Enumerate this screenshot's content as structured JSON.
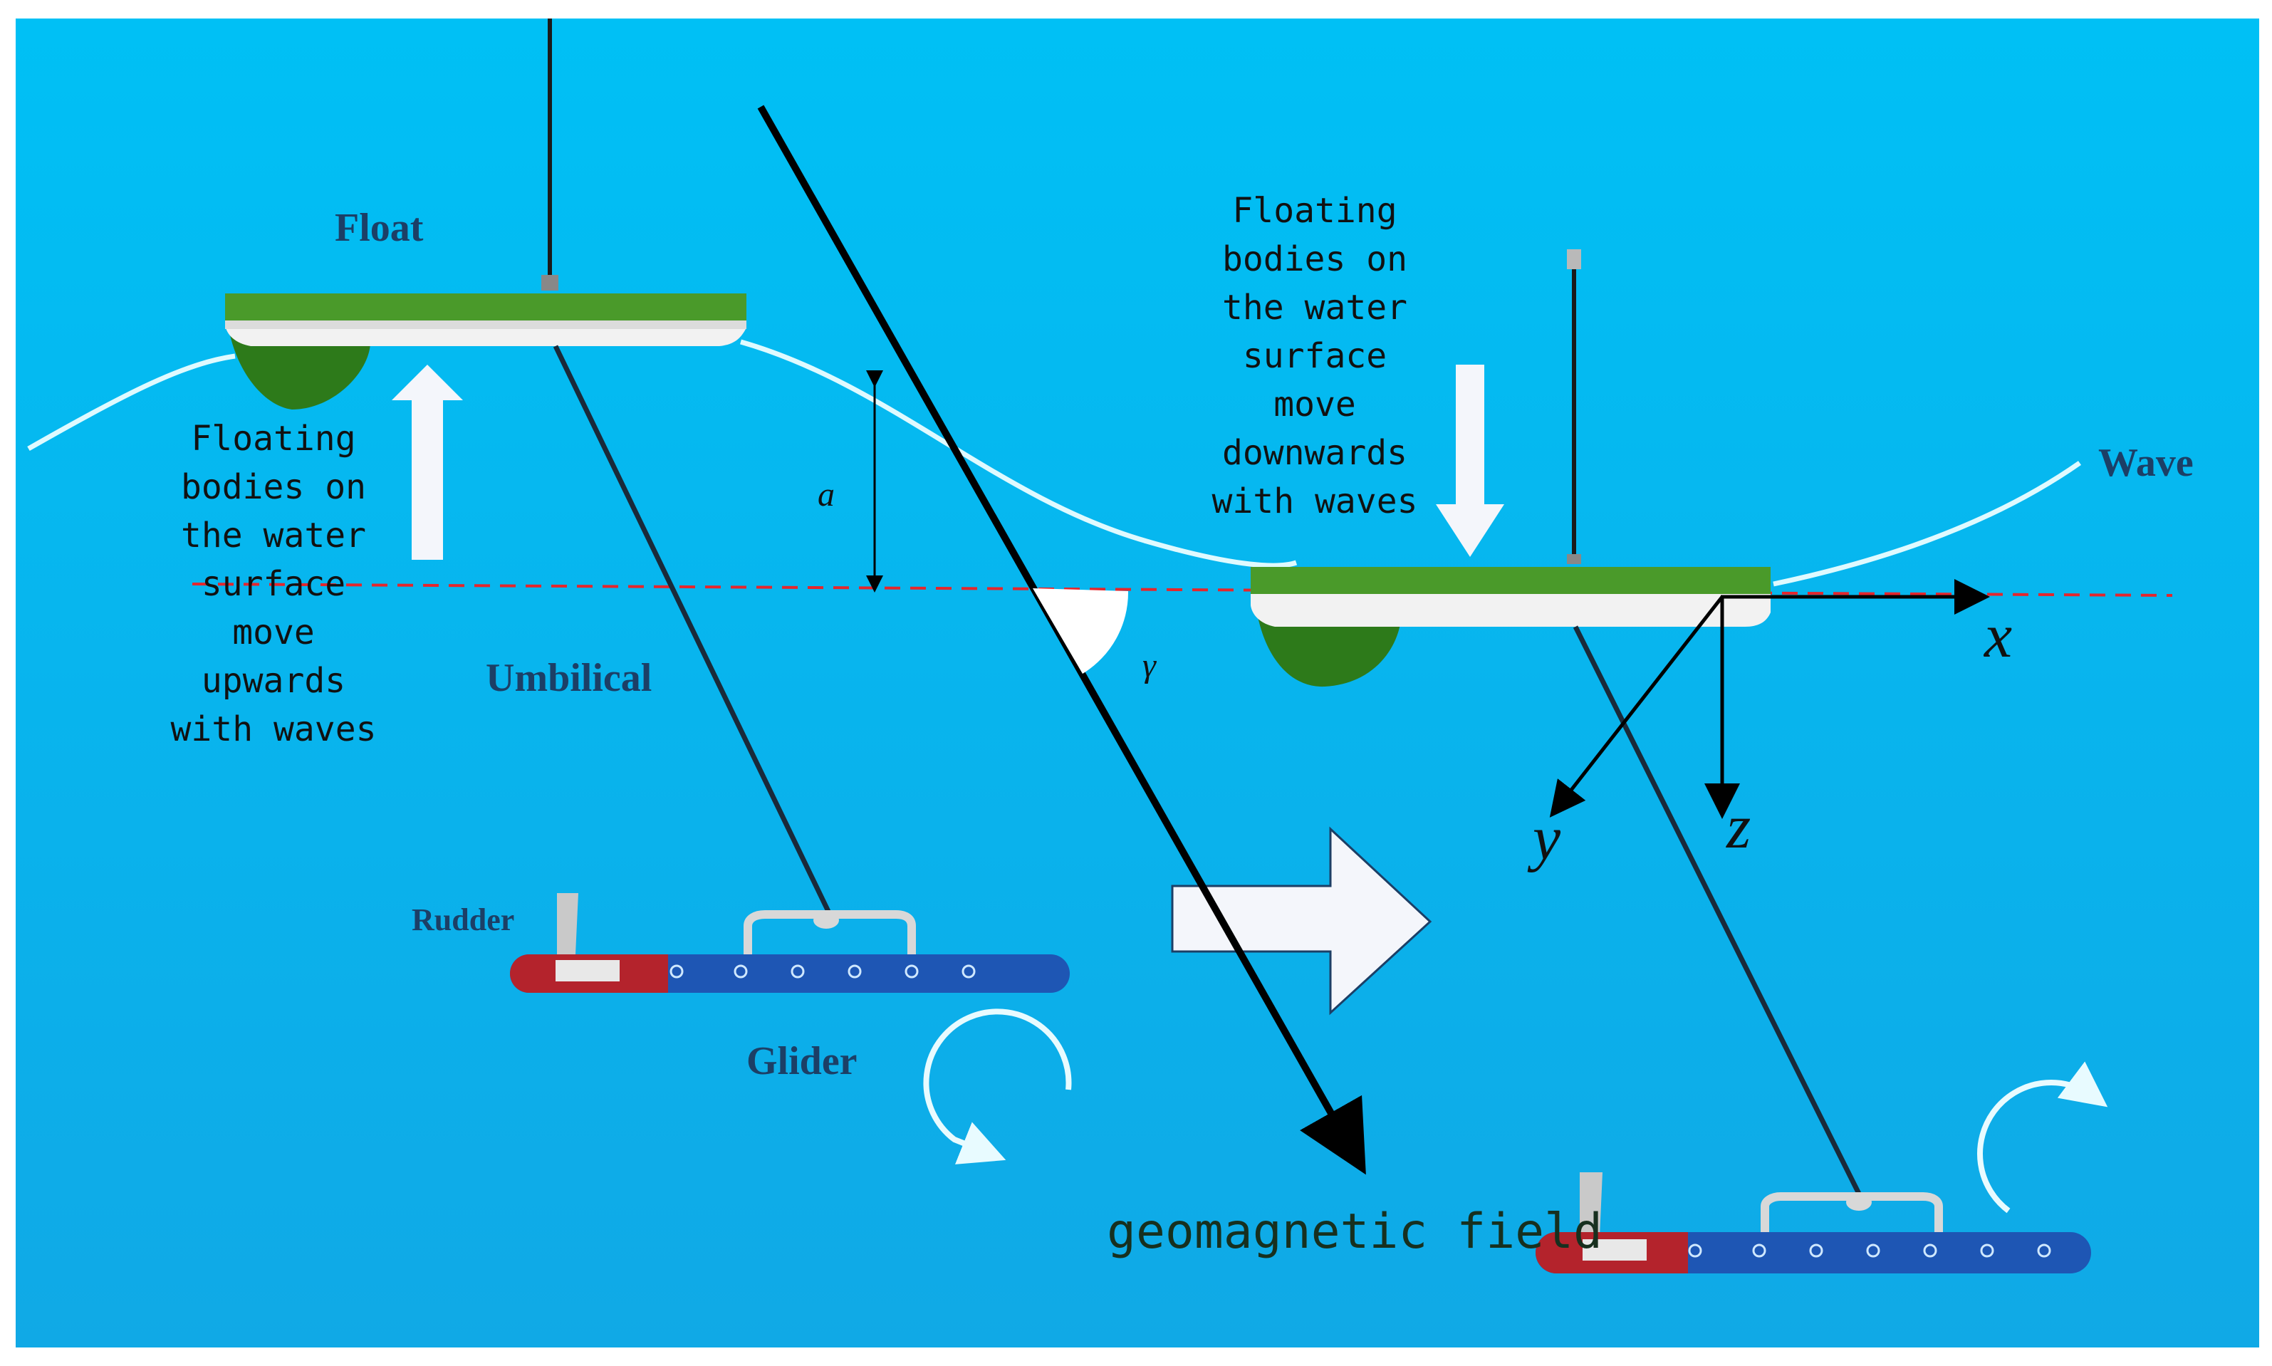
{
  "labels": {
    "float": "Float",
    "umbilical": "Umbilical",
    "rudder": "Rudder",
    "glider": "Glider",
    "wave": "Wave",
    "geomagnetic": "geomagnetic field",
    "amplitude": "a",
    "angle": "γ",
    "axis_x": "x",
    "axis_y": "y",
    "axis_z": "z"
  },
  "left_note": [
    "Floating",
    "bodies on",
    "the water",
    "surface",
    "move",
    "upwards",
    "with waves"
  ],
  "right_note": [
    "Floating",
    "bodies on",
    "the water",
    "surface",
    "move",
    "downwards",
    "with waves"
  ],
  "colors": {
    "ocean": "#00b8f0",
    "float_green": "#4a9a2a",
    "hull_white": "#f2f2f2",
    "glider_blue": "#1e56b4",
    "glider_red": "#b4232c",
    "wave_line": "#dffaff",
    "dashed_red": "#e5262c",
    "arrow_fill": "#f4f6fb"
  }
}
